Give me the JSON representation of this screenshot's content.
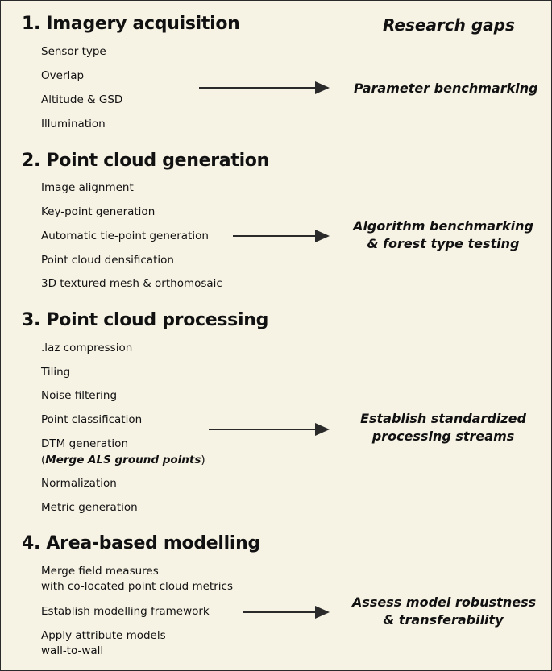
{
  "research_gaps_title": "Research gaps",
  "sections": [
    {
      "heading": "1. Imagery acquisition",
      "items": [
        "Sensor type",
        "Overlap",
        "Altitude & GSD",
        "Illumination"
      ],
      "gap": [
        "Parameter benchmarking"
      ]
    },
    {
      "heading": "2. Point cloud generation",
      "items": [
        "Image alignment",
        "Key-point generation",
        "Automatic tie-point generation",
        "Point cloud densification",
        "3D textured mesh & orthomosaic"
      ],
      "gap": [
        "Algorithm benchmarking",
        "& forest type testing"
      ]
    },
    {
      "heading": "3. Point cloud processing",
      "items": [
        ".laz compression",
        "Tiling",
        "Noise filtering",
        "Point classification",
        "DTM generation",
        "Normalization",
        "Metric generation"
      ],
      "dtm_note_open": "(",
      "dtm_note": "Merge ALS ground points",
      "dtm_note_close": ")",
      "gap": [
        "Establish standardized",
        "processing streams"
      ]
    },
    {
      "heading": "4. Area-based modelling",
      "items": [
        "Merge field measures",
        "with co-located point cloud metrics",
        "Establish modelling framework",
        "Apply attribute models",
        "wall-to-wall"
      ],
      "gap": [
        "Assess model robustness",
        "& transferability"
      ]
    }
  ]
}
